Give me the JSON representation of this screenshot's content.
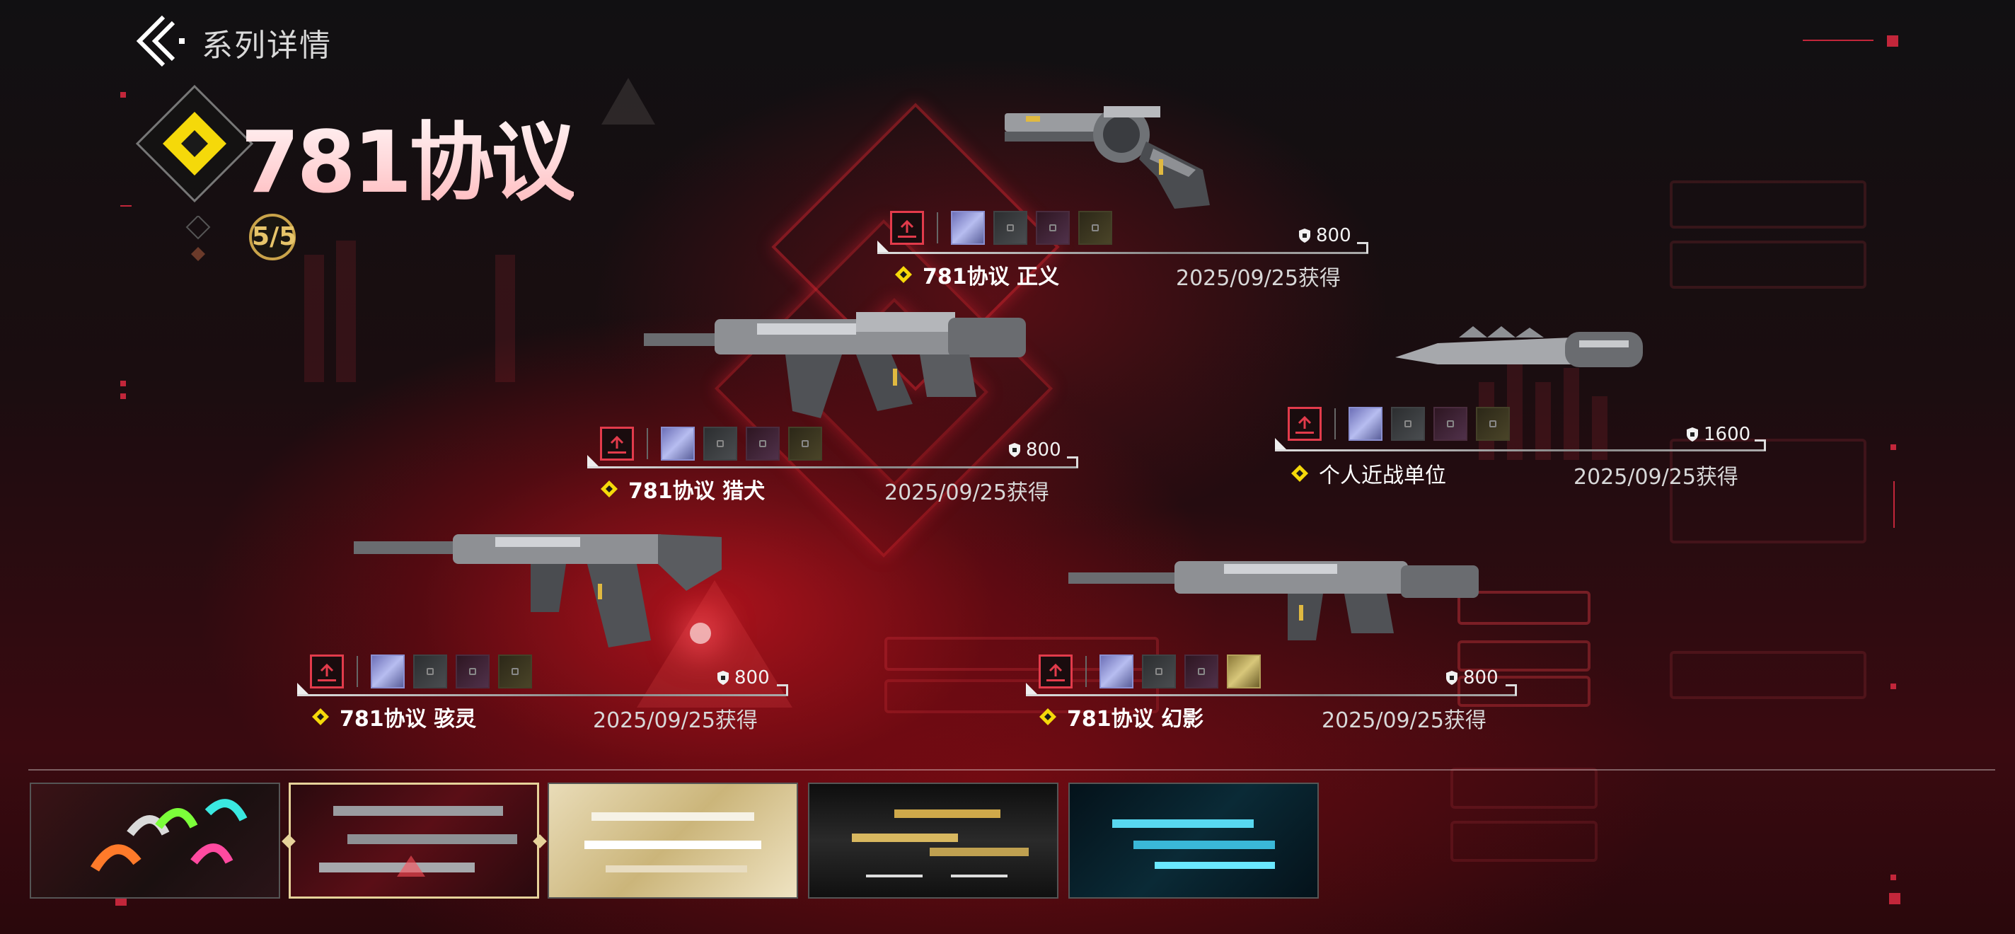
{
  "header": {
    "title": "系列详情"
  },
  "collection": {
    "name": "781协议",
    "owned": "5",
    "total": "5",
    "count_sep": "/"
  },
  "weapons": [
    {
      "name": "781协议 正义",
      "price": "800",
      "date": "2025/09/25获得"
    },
    {
      "name": "781协议 猎犬",
      "price": "800",
      "date": "2025/09/25获得"
    },
    {
      "name": "个人近战单位",
      "price": "1600",
      "date": "2025/09/25获得"
    },
    {
      "name": "781协议 骇灵",
      "price": "800",
      "date": "2025/09/25获得"
    },
    {
      "name": "781协议 幻影",
      "price": "800",
      "date": "2025/09/25获得"
    }
  ],
  "icons": {
    "back": "chevron-left-icon",
    "tier": "yellow-diamond-icon",
    "currency": "shield-icon",
    "upgrade": "upgrade-icon",
    "lock": "lock-icon"
  },
  "colors": {
    "accent_red": "#e23b4b",
    "tier_yellow": "#f5d90a",
    "selected_border": "#e6d29a"
  },
  "bundles_selected_index": 1
}
